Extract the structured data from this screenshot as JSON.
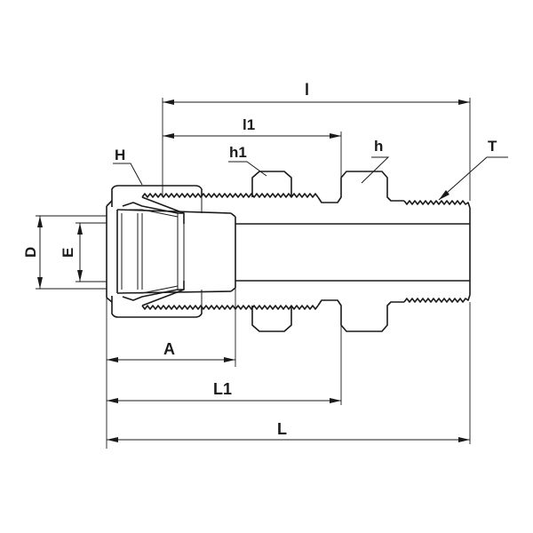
{
  "diagram": {
    "labels": {
      "l": "l",
      "l1": "l1",
      "h": "h",
      "h1": "h1",
      "H": "H",
      "T": "T",
      "D": "D",
      "E": "E",
      "A": "A",
      "L1": "L1",
      "L": "L"
    }
  }
}
